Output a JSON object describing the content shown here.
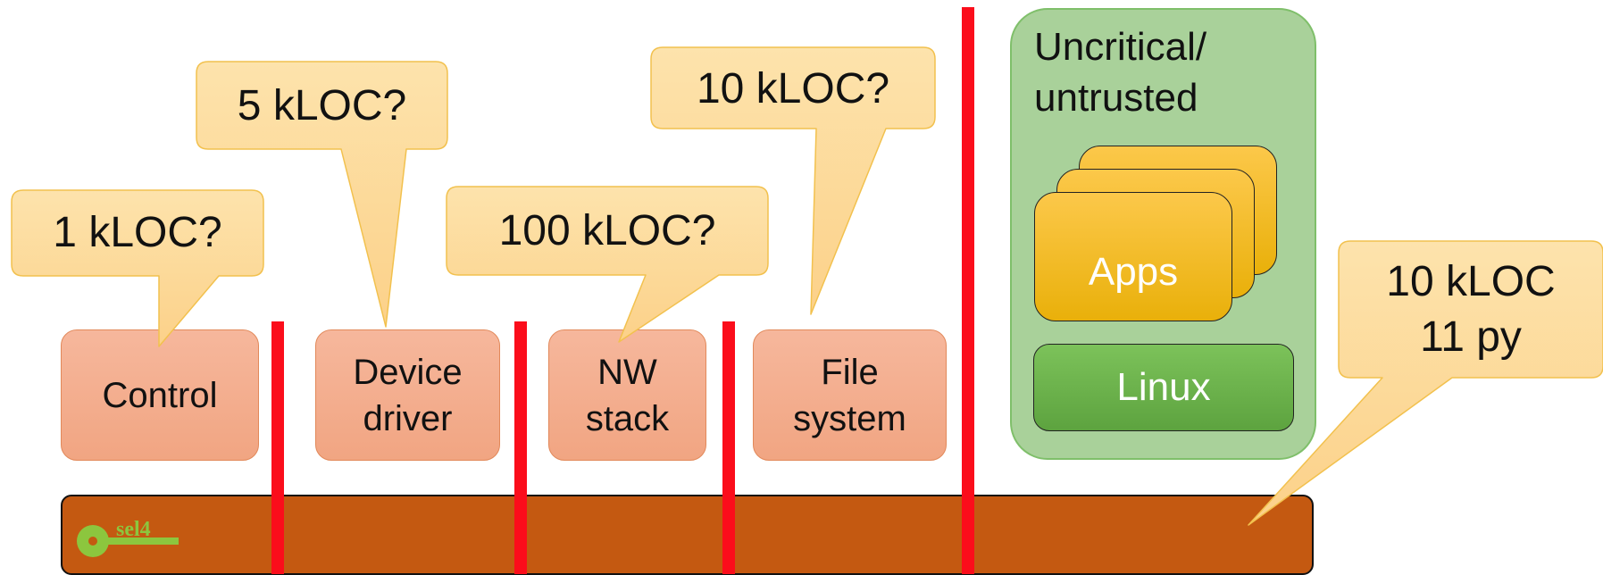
{
  "components": [
    {
      "label": "Control",
      "loc": "1 kLOC?"
    },
    {
      "label": "Device\ndriver",
      "loc": "5 kLOC?"
    },
    {
      "label": "NW\nstack",
      "loc": "100 kLOC?"
    },
    {
      "label": "File\nsystem",
      "loc": "10 kLOC?"
    }
  ],
  "untrusted": {
    "title": "Uncritical/\nuntrusted",
    "apps_label": "Apps",
    "linux_label": "Linux"
  },
  "kernel": {
    "logo_text": "sel4",
    "loc": "10 kLOC\n11 py"
  },
  "colors": {
    "separator": "#fb0d1b",
    "kernel": "#c45911",
    "component": "#f6b79c",
    "callout": "#fddb9a",
    "untrusted_bg": "#a9d19a",
    "apps": "#fcc84a",
    "linux": "#6db44c",
    "logo": "#8cc63e"
  }
}
